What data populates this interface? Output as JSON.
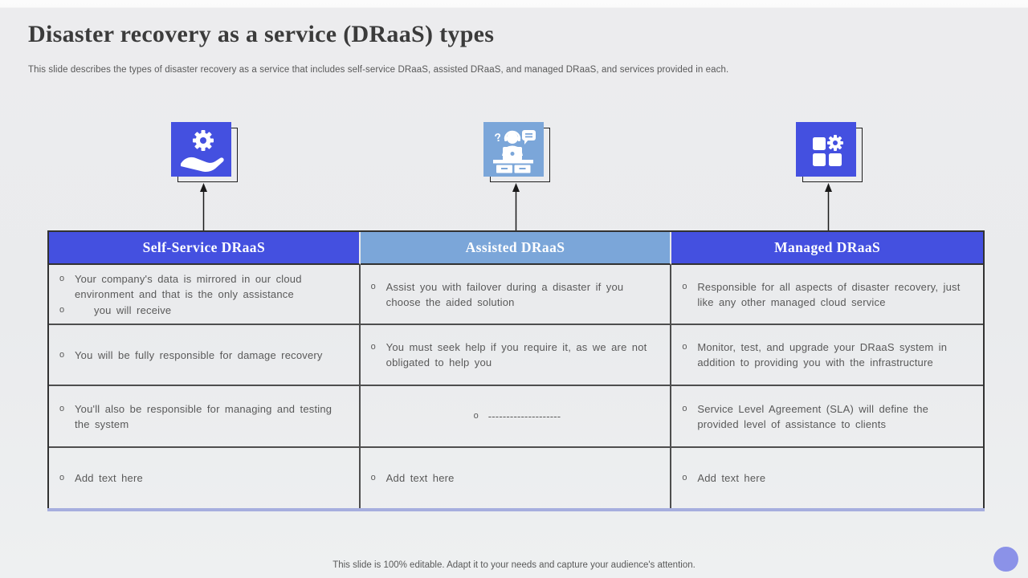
{
  "slide": {
    "title": "Disaster recovery as a service (DRaaS) types",
    "subtitle": "This slide describes the types of disaster recovery as a service that includes self-service DRaaS, assisted DRaaS, and managed DRaaS, and services provided in each.",
    "footer": "This slide is 100% editable. Adapt it to your needs and capture your audience's attention."
  },
  "bullet_char": "o",
  "colors": {
    "royal_blue": "#4450e0",
    "light_blue": "#7ba6d9",
    "accent_periwinkle": "#8b92e8",
    "table_bottom_line": "#a6aede",
    "title_text": "#3b3b3b",
    "body_text": "#595959"
  },
  "icons": [
    {
      "name": "hand-holding-gear-icon",
      "meaning": "self-service DRaaS"
    },
    {
      "name": "support-desk-icon",
      "meaning": "assisted DRaaS"
    },
    {
      "name": "modules-gear-icon",
      "meaning": "managed DRaaS"
    }
  ],
  "table": {
    "columns": [
      {
        "header": "Self-Service DRaaS",
        "rows": [
          {
            "bullets": [
              "Your company's data is mirrored in our cloud environment and that is the only assistance",
              "you will receive"
            ]
          },
          {
            "bullets": [
              "You will be fully responsible for damage recovery"
            ]
          },
          {
            "bullets": [
              "You'll also be responsible for managing and testing the system"
            ]
          },
          {
            "bullets": [
              "Add text here"
            ]
          }
        ]
      },
      {
        "header": "Assisted DRaaS",
        "rows": [
          {
            "bullets": [
              "Assist you with failover during a disaster if you choose the aided solution"
            ]
          },
          {
            "bullets": [
              "You must seek help if you require it, as we are not obligated to help you"
            ]
          },
          {
            "bullets": [
              "--------------------"
            ]
          },
          {
            "bullets": [
              "Add text here"
            ]
          }
        ]
      },
      {
        "header": "Managed DRaaS",
        "rows": [
          {
            "bullets": [
              "Responsible for all aspects of disaster recovery, just like any other managed cloud service"
            ]
          },
          {
            "bullets": [
              "Monitor, test, and upgrade your DRaaS system in addition to providing you with the infrastructure"
            ]
          },
          {
            "bullets": [
              "Service Level Agreement (SLA) will define the provided level of assistance to clients"
            ]
          },
          {
            "bullets": [
              "Add text here"
            ]
          }
        ]
      }
    ]
  }
}
